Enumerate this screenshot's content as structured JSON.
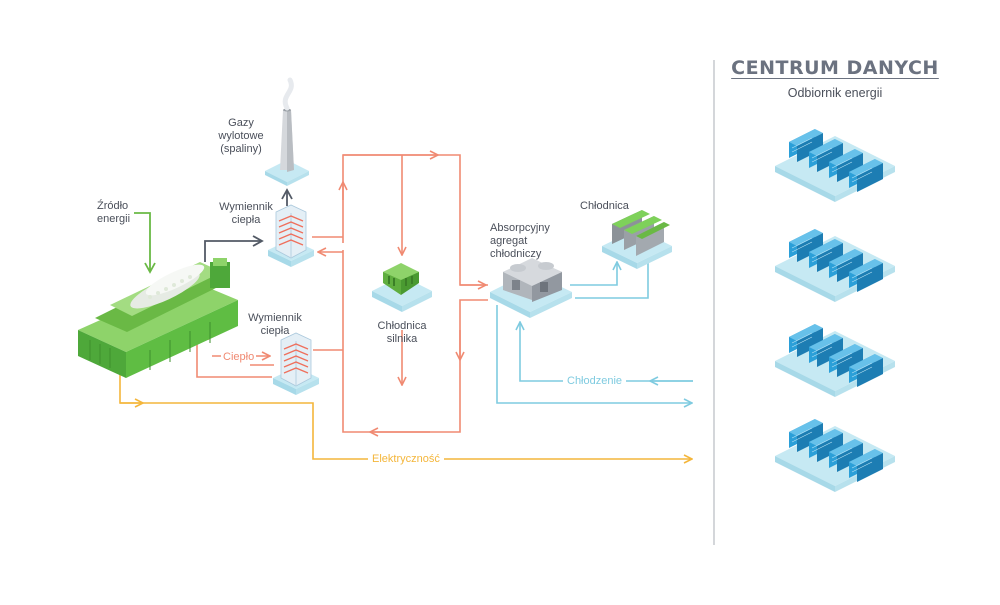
{
  "colors": {
    "heat": "#f08a72",
    "cooling": "#7fcbe0",
    "electricity": "#f4b63b",
    "energy_source": "#6ab945",
    "exhaust": "#535a66",
    "text": "#4a4f5a",
    "divider": "#b8bcc2",
    "server_blue": "#2b9fd8"
  },
  "labels": {
    "energy_source": "Źródło\nenergii",
    "exhaust_gas": "Gazy\nwylotowe\n(spaliny)",
    "heat_exchanger_top": "Wymiennik\nciepła",
    "heat_exchanger_bottom": "Wymiennik\nciepła",
    "heat": "Ciepło",
    "engine_cooler": "Chłodnica\nsilnika",
    "absorption_chiller": "Absorpcyjny\nagregat\nchłodniczy",
    "cooler": "Chłodnica",
    "cooling": "Chłodzenie",
    "electricity": "Elektryczność"
  },
  "data_center": {
    "title": "CENTRUM DANYCH",
    "subtitle": "Odbiornik energii",
    "server_clusters": 4
  },
  "icons": {
    "engine": "gas-engine-icon",
    "chimney": "chimney-icon",
    "heat_exchanger": "heat-exchanger-icon",
    "engine_cooler": "engine-cooler-icon",
    "absorption_chiller": "absorption-chiller-icon",
    "cooler": "dry-cooler-icon",
    "server_rack": "server-rack-icon"
  }
}
